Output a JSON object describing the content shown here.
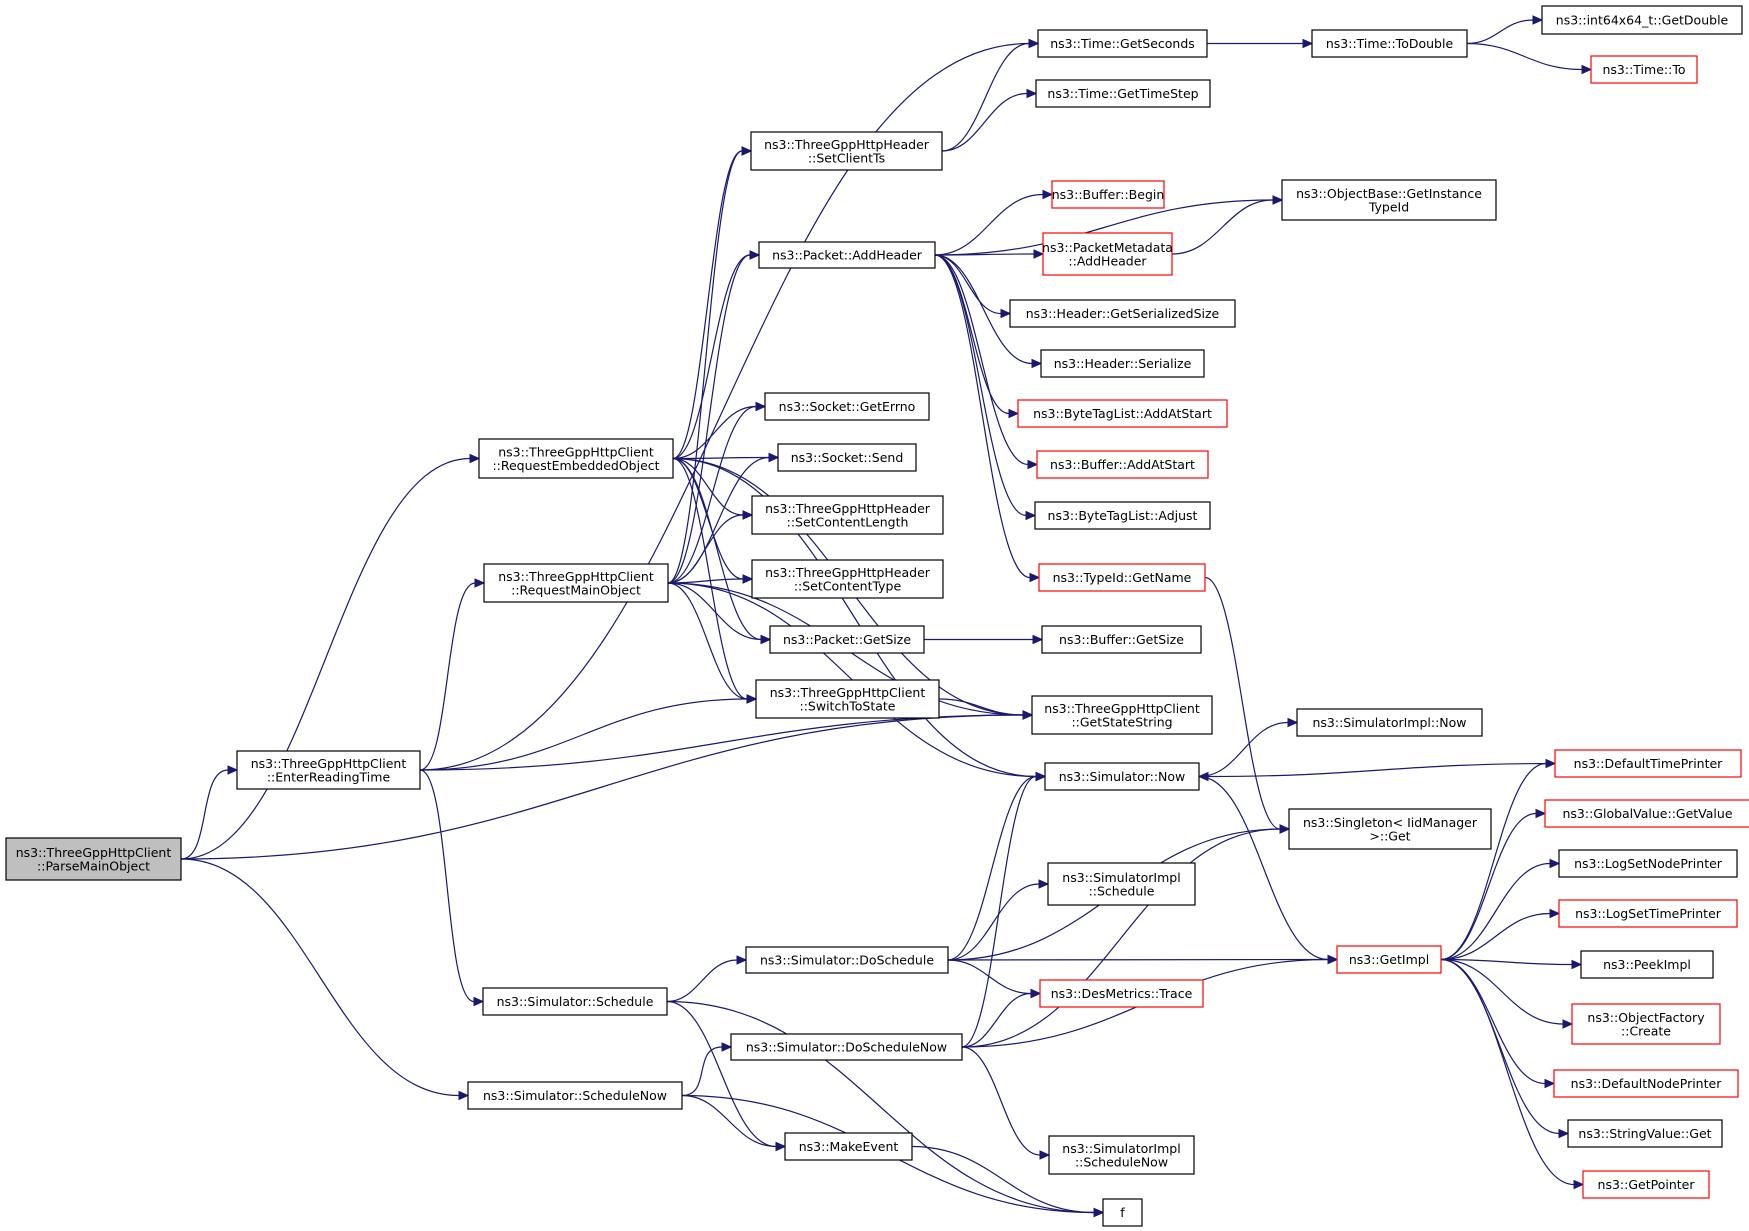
{
  "colors": {
    "edge": "#191970",
    "root_fill": "#bfbfbf",
    "normal_border": "#000000",
    "truncated_border": "#ff0000"
  },
  "nodes": {
    "parse": {
      "lines": [
        "ns3::ThreeGppHttpClient",
        "::ParseMainObject"
      ],
      "style": "root"
    },
    "enterRead": {
      "lines": [
        "ns3::ThreeGppHttpClient",
        "::EnterReadingTime"
      ],
      "style": "normal"
    },
    "reqEmb": {
      "lines": [
        "ns3::ThreeGppHttpClient",
        "::RequestEmbeddedObject"
      ],
      "style": "normal"
    },
    "reqMain": {
      "lines": [
        "ns3::ThreeGppHttpClient",
        "::RequestMainObject"
      ],
      "style": "normal"
    },
    "schedule": {
      "lines": [
        "ns3::Simulator::Schedule"
      ],
      "style": "normal"
    },
    "schedNow": {
      "lines": [
        "ns3::Simulator::ScheduleNow"
      ],
      "style": "normal"
    },
    "setClientTs": {
      "lines": [
        "ns3::ThreeGppHttpHeader",
        "::SetClientTs"
      ],
      "style": "normal"
    },
    "addHeader": {
      "lines": [
        "ns3::Packet::AddHeader"
      ],
      "style": "normal"
    },
    "getErrno": {
      "lines": [
        "ns3::Socket::GetErrno"
      ],
      "style": "normal"
    },
    "send": {
      "lines": [
        "ns3::Socket::Send"
      ],
      "style": "normal"
    },
    "setCLen": {
      "lines": [
        "ns3::ThreeGppHttpHeader",
        "::SetContentLength"
      ],
      "style": "normal"
    },
    "setCType": {
      "lines": [
        "ns3::ThreeGppHttpHeader",
        "::SetContentType"
      ],
      "style": "normal"
    },
    "pktSize": {
      "lines": [
        "ns3::Packet::GetSize"
      ],
      "style": "normal"
    },
    "switchState": {
      "lines": [
        "ns3::ThreeGppHttpClient",
        "::SwitchToState"
      ],
      "style": "normal"
    },
    "doSchedule": {
      "lines": [
        "ns3::Simulator::DoSchedule"
      ],
      "style": "normal"
    },
    "doSchedNow": {
      "lines": [
        "ns3::Simulator::DoScheduleNow"
      ],
      "style": "normal"
    },
    "makeEvent": {
      "lines": [
        "ns3::MakeEvent"
      ],
      "style": "normal"
    },
    "getSeconds": {
      "lines": [
        "ns3::Time::GetSeconds"
      ],
      "style": "normal"
    },
    "getTimeStep": {
      "lines": [
        "ns3::Time::GetTimeStep"
      ],
      "style": "normal"
    },
    "bufBegin": {
      "lines": [
        "ns3::Buffer::Begin"
      ],
      "style": "red"
    },
    "pmAddHeader": {
      "lines": [
        "ns3::PacketMetadata",
        "::AddHeader"
      ],
      "style": "red"
    },
    "hdrSerSize": {
      "lines": [
        "ns3::Header::GetSerializedSize"
      ],
      "style": "normal"
    },
    "hdrSer": {
      "lines": [
        "ns3::Header::Serialize"
      ],
      "style": "normal"
    },
    "btlAddStart": {
      "lines": [
        "ns3::ByteTagList::AddAtStart"
      ],
      "style": "red"
    },
    "bufAddStart": {
      "lines": [
        "ns3::Buffer::AddAtStart"
      ],
      "style": "red"
    },
    "btlAdjust": {
      "lines": [
        "ns3::ByteTagList::Adjust"
      ],
      "style": "normal"
    },
    "typeName": {
      "lines": [
        "ns3::TypeId::GetName"
      ],
      "style": "red"
    },
    "bufSize": {
      "lines": [
        "ns3::Buffer::GetSize"
      ],
      "style": "normal"
    },
    "getState": {
      "lines": [
        "ns3::ThreeGppHttpClient",
        "::GetStateString"
      ],
      "style": "normal"
    },
    "simNow": {
      "lines": [
        "ns3::Simulator::Now"
      ],
      "style": "normal"
    },
    "siSchedule": {
      "lines": [
        "ns3::SimulatorImpl",
        "::Schedule"
      ],
      "style": "normal"
    },
    "desTrace": {
      "lines": [
        "ns3::DesMetrics::Trace"
      ],
      "style": "red"
    },
    "siSchedNow": {
      "lines": [
        "ns3::SimulatorImpl",
        "::ScheduleNow"
      ],
      "style": "normal"
    },
    "f": {
      "lines": [
        "f"
      ],
      "style": "normal"
    },
    "toDouble": {
      "lines": [
        "ns3::Time::ToDouble"
      ],
      "style": "normal"
    },
    "objTypeId": {
      "lines": [
        "ns3::ObjectBase::GetInstance",
        "TypeId"
      ],
      "style": "normal"
    },
    "siNow": {
      "lines": [
        "ns3::SimulatorImpl::Now"
      ],
      "style": "normal"
    },
    "singleton": {
      "lines": [
        "ns3::Singleton< IidManager",
        " >::Get"
      ],
      "style": "normal"
    },
    "getImpl": {
      "lines": [
        "ns3::GetImpl"
      ],
      "style": "red"
    },
    "getDouble": {
      "lines": [
        "ns3::int64x64_t::GetDouble"
      ],
      "style": "normal"
    },
    "timeTo": {
      "lines": [
        "ns3::Time::To"
      ],
      "style": "red"
    },
    "defTimePr": {
      "lines": [
        "ns3::DefaultTimePrinter"
      ],
      "style": "red"
    },
    "gvGetValue": {
      "lines": [
        "ns3::GlobalValue::GetValue"
      ],
      "style": "red"
    },
    "logNodePr": {
      "lines": [
        "ns3::LogSetNodePrinter"
      ],
      "style": "normal"
    },
    "logTimePr": {
      "lines": [
        "ns3::LogSetTimePrinter"
      ],
      "style": "red"
    },
    "peekImpl": {
      "lines": [
        "ns3::PeekImpl"
      ],
      "style": "normal"
    },
    "objFactory": {
      "lines": [
        "ns3::ObjectFactory",
        "::Create"
      ],
      "style": "red"
    },
    "defNodePr": {
      "lines": [
        "ns3::DefaultNodePrinter"
      ],
      "style": "red"
    },
    "strValGet": {
      "lines": [
        "ns3::StringValue::Get"
      ],
      "style": "normal"
    },
    "getPointer": {
      "lines": [
        "ns3::GetPointer"
      ],
      "style": "red"
    }
  },
  "edges": [
    [
      "parse",
      "enterRead"
    ],
    [
      "parse",
      "reqEmb"
    ],
    [
      "parse",
      "schedNow"
    ],
    [
      "parse",
      "getState"
    ],
    [
      "enterRead",
      "getSeconds"
    ],
    [
      "enterRead",
      "reqMain"
    ],
    [
      "enterRead",
      "schedule"
    ],
    [
      "enterRead",
      "switchState"
    ],
    [
      "enterRead",
      "getState"
    ],
    [
      "reqEmb",
      "setClientTs"
    ],
    [
      "reqEmb",
      "addHeader"
    ],
    [
      "reqEmb",
      "getErrno"
    ],
    [
      "reqEmb",
      "send"
    ],
    [
      "reqEmb",
      "setCLen"
    ],
    [
      "reqEmb",
      "setCType"
    ],
    [
      "reqEmb",
      "pktSize"
    ],
    [
      "reqEmb",
      "switchState"
    ],
    [
      "reqEmb",
      "getState"
    ],
    [
      "reqEmb",
      "simNow"
    ],
    [
      "reqMain",
      "setClientTs"
    ],
    [
      "reqMain",
      "addHeader"
    ],
    [
      "reqMain",
      "getErrno"
    ],
    [
      "reqMain",
      "send"
    ],
    [
      "reqMain",
      "setCLen"
    ],
    [
      "reqMain",
      "setCType"
    ],
    [
      "reqMain",
      "pktSize"
    ],
    [
      "reqMain",
      "switchState"
    ],
    [
      "reqMain",
      "getState"
    ],
    [
      "reqMain",
      "simNow"
    ],
    [
      "schedule",
      "doSchedule"
    ],
    [
      "schedule",
      "makeEvent"
    ],
    [
      "schedule",
      "f"
    ],
    [
      "schedNow",
      "doSchedNow"
    ],
    [
      "schedNow",
      "makeEvent"
    ],
    [
      "schedNow",
      "f"
    ],
    [
      "setClientTs",
      "getSeconds"
    ],
    [
      "setClientTs",
      "getTimeStep"
    ],
    [
      "addHeader",
      "objTypeId"
    ],
    [
      "addHeader",
      "bufBegin"
    ],
    [
      "addHeader",
      "pmAddHeader"
    ],
    [
      "addHeader",
      "hdrSerSize"
    ],
    [
      "addHeader",
      "hdrSer"
    ],
    [
      "addHeader",
      "btlAddStart"
    ],
    [
      "addHeader",
      "bufAddStart"
    ],
    [
      "addHeader",
      "btlAdjust"
    ],
    [
      "addHeader",
      "typeName"
    ],
    [
      "pktSize",
      "bufSize"
    ],
    [
      "switchState",
      "getState"
    ],
    [
      "doSchedule",
      "simNow"
    ],
    [
      "doSchedule",
      "singleton"
    ],
    [
      "doSchedule",
      "siSchedule"
    ],
    [
      "doSchedule",
      "getImpl"
    ],
    [
      "doSchedule",
      "desTrace"
    ],
    [
      "doSchedNow",
      "simNow"
    ],
    [
      "doSchedNow",
      "desTrace"
    ],
    [
      "doSchedNow",
      "singleton"
    ],
    [
      "doSchedNow",
      "getImpl"
    ],
    [
      "doSchedNow",
      "siSchedNow"
    ],
    [
      "makeEvent",
      "f"
    ],
    [
      "getSeconds",
      "toDouble"
    ],
    [
      "toDouble",
      "getDouble"
    ],
    [
      "toDouble",
      "timeTo"
    ],
    [
      "pmAddHeader",
      "objTypeId"
    ],
    [
      "typeName",
      "singleton"
    ],
    [
      "simNow",
      "siNow"
    ],
    [
      "simNow",
      "getImpl"
    ],
    [
      "defTimePr",
      "simNow"
    ],
    [
      "getImpl",
      "defTimePr"
    ],
    [
      "getImpl",
      "gvGetValue"
    ],
    [
      "getImpl",
      "logNodePr"
    ],
    [
      "getImpl",
      "logTimePr"
    ],
    [
      "getImpl",
      "peekImpl"
    ],
    [
      "getImpl",
      "objFactory"
    ],
    [
      "getImpl",
      "defNodePr"
    ],
    [
      "getImpl",
      "strValGet"
    ],
    [
      "getImpl",
      "getPointer"
    ]
  ]
}
